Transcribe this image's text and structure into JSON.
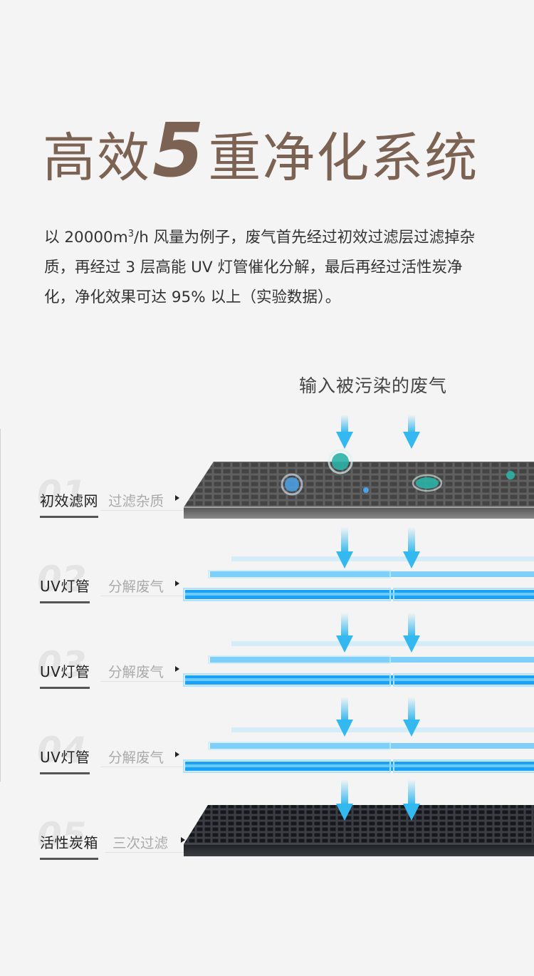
{
  "title": {
    "part1": "高效",
    "number": "5",
    "part2": "重净化系统"
  },
  "description": {
    "before_sup": "以 20000m",
    "sup": "3",
    "after_sup": "/h 风量为例子，废气首先经过初效过滤层过滤掉杂质，再经过 3 层高能 UV 灯管催化分解，最后再经过活性炭净化，净化效果可达 95% 以上（实验数据）。"
  },
  "input_label": "输入被污染的废气",
  "layers": [
    {
      "num": "01",
      "name": "初效滤网",
      "desc": "过滤杂质"
    },
    {
      "num": "02",
      "name": "UV灯管",
      "desc": "分解废气"
    },
    {
      "num": "03",
      "name": "UV灯管",
      "desc": "分解废气"
    },
    {
      "num": "04",
      "name": "UV灯管",
      "desc": "分解废气"
    },
    {
      "num": "05",
      "name": "活性炭箱",
      "desc": "三次过滤"
    }
  ],
  "colors": {
    "title": "#7b6253",
    "arrow": "#34b8f0",
    "uv": "#1aa3f5"
  }
}
